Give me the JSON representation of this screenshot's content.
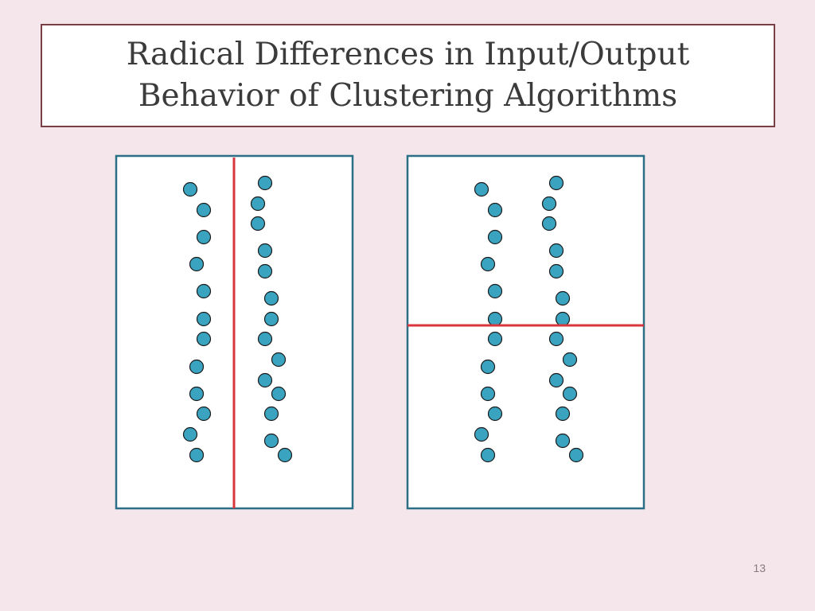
{
  "title": {
    "line1": "Radical Differences in Input/Output",
    "line2": "Behavior of Clustering Algorithms"
  },
  "slide_number": "13",
  "colors": {
    "background": "#f4e6ea",
    "title_border": "#7a3e47",
    "panel_border": "#2a6f86",
    "point_fill": "#3aa3bf",
    "point_stroke": "#1b1b1b",
    "split_line": "#d9363e"
  },
  "panels": [
    {
      "name": "left-panel",
      "split": "vertical"
    },
    {
      "name": "right-panel",
      "split": "horizontal"
    }
  ]
}
